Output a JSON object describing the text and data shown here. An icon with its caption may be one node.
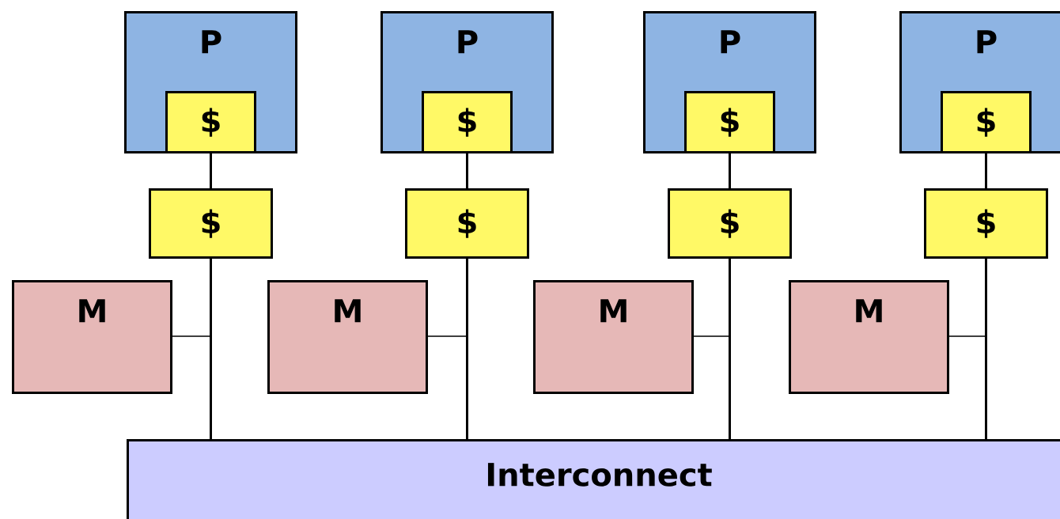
{
  "diagram": {
    "nodes": [
      {
        "text": [
          "P"
        ]
      },
      {
        "text": [
          "$"
        ],
        "in": 0
      },
      {
        "text": [
          "P"
        ]
      },
      {
        "text": [
          "$"
        ],
        "in": 2
      },
      {
        "text": [
          "P"
        ]
      },
      {
        "text": [
          "$"
        ],
        "in": 4
      },
      {
        "text": [
          "P"
        ]
      },
      {
        "text": [
          "$"
        ],
        "in": 6
      },
      {
        "text": [
          "$"
        ]
      },
      {
        "text": [
          "$"
        ]
      },
      {
        "text": [
          "$"
        ]
      },
      {
        "text": [
          "$"
        ]
      },
      {
        "text": [
          "M"
        ]
      },
      {
        "text": [
          "M"
        ]
      },
      {
        "text": [
          "M"
        ]
      },
      {
        "text": [
          "M"
        ]
      },
      {
        "text": [
          "Interconnect"
        ]
      }
    ],
    "edges": [
      {
        "from": 1,
        "to": 8,
        "arrow": "none"
      },
      {
        "from": 3,
        "to": 9,
        "arrow": "none"
      },
      {
        "from": 5,
        "to": 10,
        "arrow": "none"
      },
      {
        "from": 7,
        "to": 11,
        "arrow": "none"
      },
      {
        "from": 8,
        "to": 16,
        "arrow": "none"
      },
      {
        "from": 9,
        "to": 16,
        "arrow": "none"
      },
      {
        "from": 10,
        "to": 16,
        "arrow": "none"
      },
      {
        "from": 11,
        "to": 16,
        "arrow": "none"
      },
      {
        "from": 12,
        "to": 8,
        "arrow": "none"
      },
      {
        "from": 13,
        "to": 9,
        "arrow": "none"
      },
      {
        "from": 14,
        "to": 10,
        "arrow": "none"
      },
      {
        "from": 15,
        "to": 11,
        "arrow": "none"
      }
    ]
  }
}
